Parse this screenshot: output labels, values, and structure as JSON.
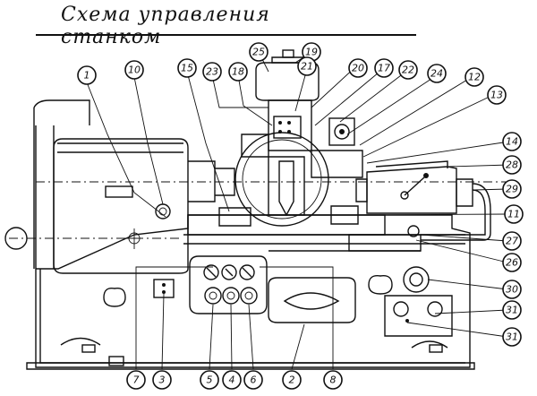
{
  "title": "Схема управления станком",
  "callouts": [
    {
      "label": "1"
    },
    {
      "label": "2"
    },
    {
      "label": "3"
    },
    {
      "label": "4"
    },
    {
      "label": "5"
    },
    {
      "label": "6"
    },
    {
      "label": "7"
    },
    {
      "label": "8"
    },
    {
      "label": "10"
    },
    {
      "label": "11"
    },
    {
      "label": "12"
    },
    {
      "label": "13"
    },
    {
      "label": "14"
    },
    {
      "label": "15"
    },
    {
      "label": "17"
    },
    {
      "label": "18"
    },
    {
      "label": "19"
    },
    {
      "label": "20"
    },
    {
      "label": "21"
    },
    {
      "label": "22"
    },
    {
      "label": "23"
    },
    {
      "label": "24"
    },
    {
      "label": "25"
    },
    {
      "label": "26"
    },
    {
      "label": "27"
    },
    {
      "label": "28"
    },
    {
      "label": "29"
    },
    {
      "label": "30"
    },
    {
      "label": "31"
    },
    {
      "label": "31"
    }
  ]
}
